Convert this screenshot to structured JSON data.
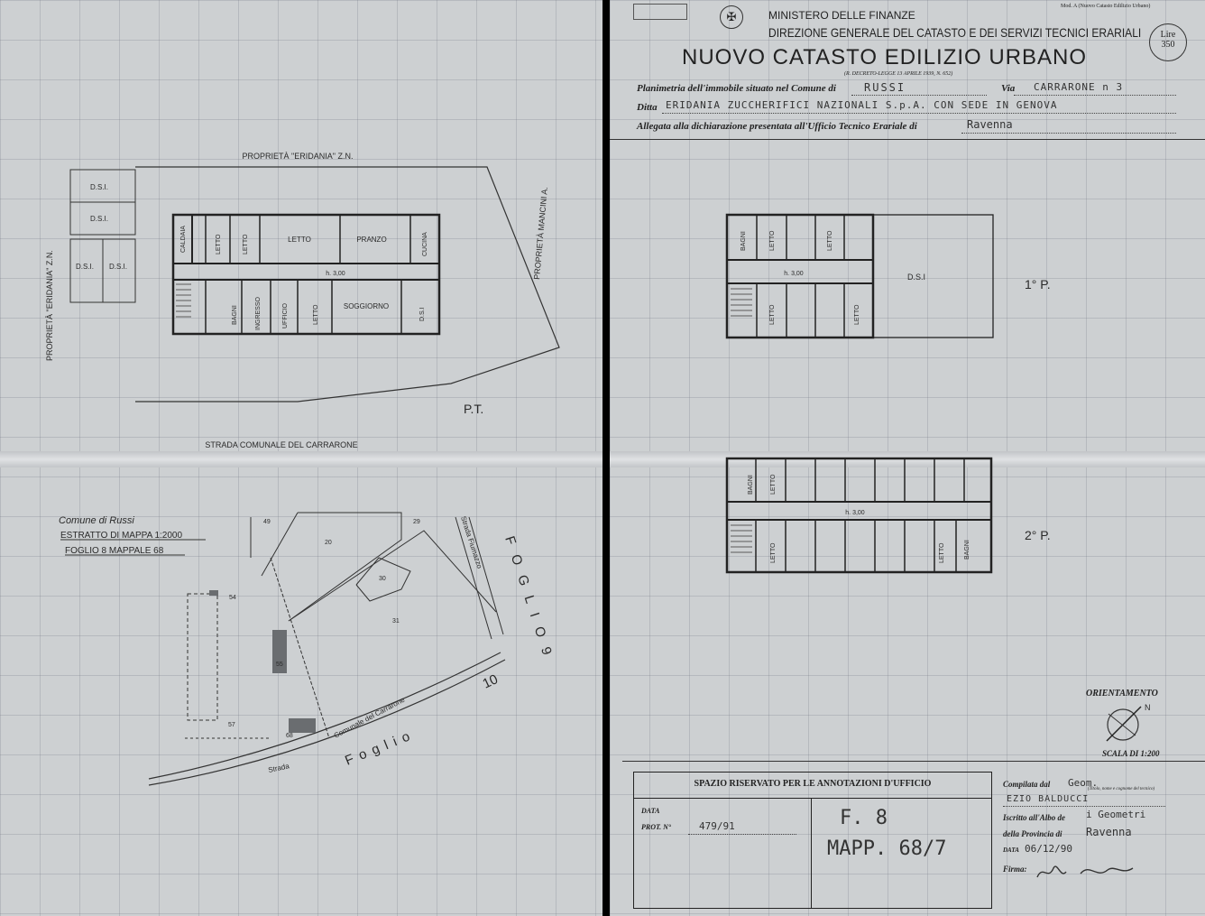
{
  "header": {
    "ministry": "MINISTERO DELLE FINANZE",
    "directorate": "DIREZIONE GENERALE DEL CATASTO E DEI SERVIZI TECNICI ERARIALI",
    "title": "NUOVO CATASTO EDILIZIO URBANO",
    "decree": "(R. DECRETO-LEGGE 13 APRILE 1939, N. 652)",
    "model": "Mod. A (Nuovo Catasto Edilizio Urbano)",
    "stamp_line1": "Lire",
    "stamp_line2": "350"
  },
  "form": {
    "planimetria_label": "Planimetria dell'immobile situato nel Comune di",
    "comune": "RUSSI",
    "via_label": "Via",
    "via": "CARRARONE n 3",
    "ditta_label": "Ditta",
    "ditta": "ERIDANIA ZUCCHERIFICI NAZIONALI S.p.A. CON SEDE IN GENOVA",
    "allegata_label": "Allegata alla dichiarazione presentata all'Ufficio Tecnico Erariale di",
    "ufficio": "Ravenna"
  },
  "ground_plan": {
    "owner_top": "PROPRIETÀ \"ERIDANIA\" Z.N.",
    "owner_left": "PROPRIETÀ \"ERIDANIA\" Z.N.",
    "owner_right": "PROPRIETÀ MANCINI A.",
    "rooms": [
      "CALDAIA",
      "LETTO",
      "LETTO",
      "LETTO",
      "PRANZO",
      "CUCINA",
      "BAGNI",
      "INGRESSO",
      "UFFICIO",
      "LETTO",
      "SOGGIORNO",
      "D.S.I"
    ],
    "dsi_boxes": [
      "D.S.I.",
      "D.S.I.",
      "D.S.I.",
      "D.S.I."
    ],
    "height": "h. 3,00",
    "floor_label": "P.T.",
    "road": "STRADA COMUNALE DEL CARRARONE"
  },
  "first_floor": {
    "rooms": [
      "BAGNI",
      "LETTO",
      "LETTO",
      "LETTO",
      "LETTO",
      "D.S.I"
    ],
    "height": "h. 3,00",
    "floor_label": "1° P."
  },
  "second_floor": {
    "rooms": [
      "BAGNI",
      "LETTO",
      "LETTO",
      "LETTO",
      "BAGNI"
    ],
    "height": "h. 3,00",
    "floor_label": "2° P."
  },
  "map_extract": {
    "comune": "Comune di Russi",
    "scale": "ESTRATTO DI MAPPA 1:2000",
    "sheet": "FOGLIO 8 MAPPALE 68",
    "parcels": [
      "49",
      "29",
      "20",
      "30",
      "31",
      "54",
      "55",
      "57",
      "68"
    ],
    "road_carrarone": "Comunale del Carrarone",
    "strada": "Strada",
    "road_fiumazzo": "Strada Fiumazzo",
    "foglio_label": "Foglio",
    "foglio_9": "F O G L I O 9",
    "foglio_10": "10"
  },
  "orientation": {
    "label": "ORIENTAMENTO",
    "north": "N",
    "scale": "SCALA DI 1:200"
  },
  "office_box": {
    "title": "SPAZIO RISERVATO PER LE ANNOTAZIONI D'UFFICIO",
    "data_label": "DATA",
    "prot_label": "PROT. N°",
    "prot_value": "479/91",
    "ref_line1": "F. 8",
    "ref_line2": "MAPP. 68/7"
  },
  "compiler": {
    "compilata_label": "Compilata dal",
    "title_value": "Geom.",
    "title_note": "(Titolo, nome e cognome del tecnico)",
    "name": "EZIO BALDUCCI",
    "albo_label": "Iscritto all'Albo de",
    "albo_value": "i Geometri",
    "provincia_label": "della Provincia di",
    "provincia_value": "Ravenna",
    "data_label": "DATA",
    "data_value": "06/12/90",
    "firma_label": "Firma:"
  },
  "colors": {
    "paper": "#cdd0d2",
    "ink": "#222222",
    "grid": "#8a8f98"
  }
}
